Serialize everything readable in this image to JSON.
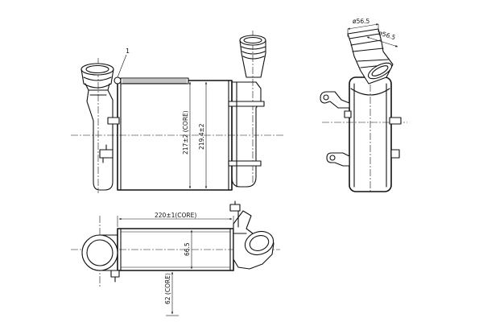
{
  "callout": {
    "part_number": "1"
  },
  "front_view": {
    "dim_core_height": "217±2 (CORE)",
    "dim_overall_height": "219.4±2"
  },
  "side_view": {
    "dim_inlet_upper": "ø56.5",
    "dim_inlet_lower": "ø56.5"
  },
  "bottom_view": {
    "dim_core_width": "220±1(CORE)",
    "dim_depth": "66.5",
    "dim_core_depth": "62 (CORE)"
  }
}
